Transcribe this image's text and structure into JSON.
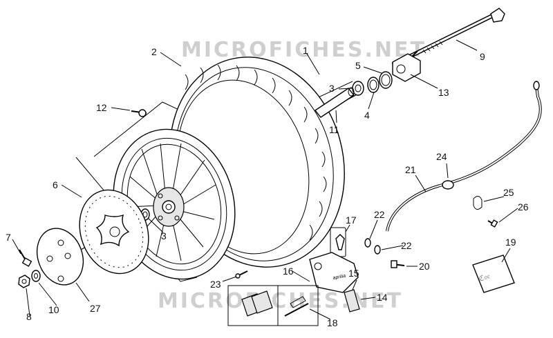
{
  "watermark": {
    "top": "MICROFICHES.NET",
    "bottom": "MICROFICHES.NET"
  },
  "caliper_brand": "aprilia",
  "callouts": {
    "c1": "1",
    "c2": "2",
    "c3a": "3",
    "c3b": "3",
    "c4": "4",
    "c5": "5",
    "c6": "6",
    "c7": "7",
    "c8": "8",
    "c9": "9",
    "c10": "10",
    "c11": "11",
    "c12": "12",
    "c13": "13",
    "c14": "14",
    "c15": "15",
    "c16": "16",
    "c17": "17",
    "c18": "18",
    "c19": "19",
    "c20": "20",
    "c21": "21",
    "c22a": "22",
    "c22b": "22",
    "c23": "23",
    "c24": "24",
    "c25": "25",
    "c26": "26",
    "c27": "27"
  }
}
